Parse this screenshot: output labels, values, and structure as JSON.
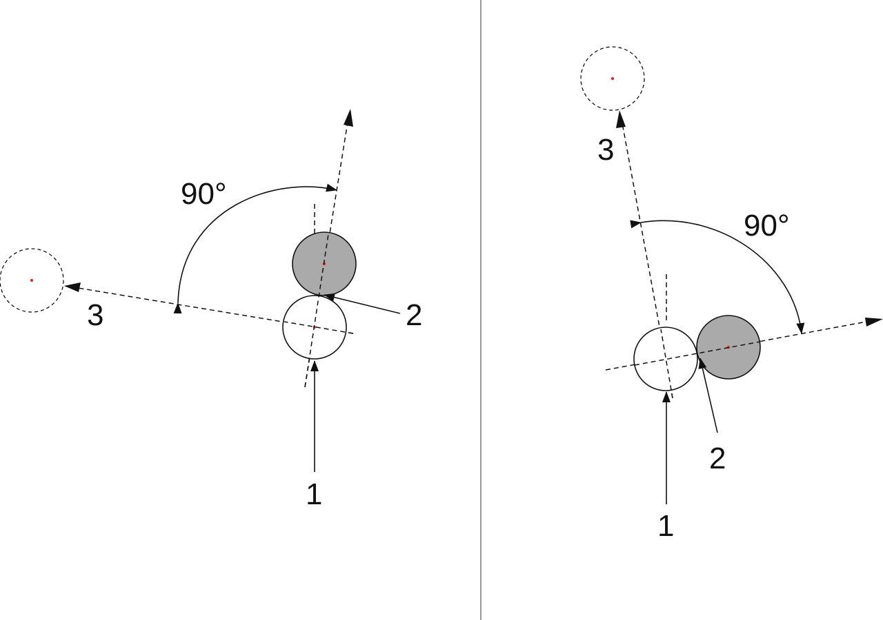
{
  "colors": {
    "stroke": "#111111",
    "ball_fill": "#aaaaaa",
    "center_dot": "#d9302a",
    "divider": "#444444"
  },
  "panels": [
    {
      "name": "left",
      "labels": {
        "incoming": "1",
        "contact": "2",
        "deflected": "3",
        "angle": "90°"
      }
    },
    {
      "name": "right",
      "labels": {
        "incoming": "1",
        "contact": "2",
        "deflected": "3",
        "angle": "90°"
      }
    }
  ]
}
